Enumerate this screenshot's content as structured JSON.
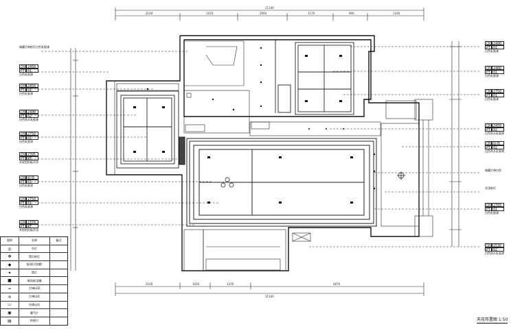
{
  "top_dims": {
    "overall": "11140",
    "segments": [
      "2140",
      "1470",
      "2000",
      "1170",
      "900",
      "1430"
    ]
  },
  "bottom_dims": {
    "overall": "11140",
    "segments": [
      "2100",
      "1020",
      "1470",
      "4870"
    ]
  },
  "left_tags": [
    {
      "ch": "",
      "pt": "",
      "name": "暗藏灯带射灯白色乳胶漆"
    },
    {
      "ch": "2450",
      "pt": "01",
      "name": "白色乳胶漆"
    },
    {
      "ch": "2450",
      "pt": "01",
      "name": "白色乳胶漆"
    },
    {
      "ch": "2400",
      "pt": "02",
      "name": "白色防水乳胶漆"
    },
    {
      "ch": "2750",
      "pt": "01",
      "name": "白色乳胶漆"
    },
    {
      "ch": "2395",
      "pt": "WT",
      "name": "木纹铝扣板吊顶"
    },
    {
      "ch": "原顶",
      "pt": "01",
      "name": "白色乳胶漆"
    },
    {
      "ch": "2750",
      "pt": "01",
      "name": "白色乳胶漆"
    },
    {
      "ch": "2370",
      "pt": "WT",
      "name": "木纹铝扣板吊顶"
    }
  ],
  "right_tags": [
    {
      "ch": "2400",
      "pt": "01",
      "name": "白色乳胶漆"
    },
    {
      "ch": "2400",
      "pt": "01",
      "name": "白色乳胶漆"
    },
    {
      "ch": "2750",
      "pt": "01",
      "name": "白色乳胶漆"
    },
    {
      "ch": "2450",
      "pt": "02",
      "name": "白色防水乳胶漆"
    },
    {
      "ch": "原顶",
      "pt": "02",
      "name": "白色防水乳胶漆"
    },
    {
      "ch": "",
      "pt": "",
      "name": "暗藏灯带白色"
    },
    {
      "ch": "",
      "pt": "",
      "name": "吊顶射灯"
    },
    {
      "ch": "2765",
      "pt": "01",
      "name": "白色乳胶漆"
    },
    {
      "ch": "2530",
      "pt": "02",
      "name": "白色防水乳胶漆"
    }
  ],
  "legend": {
    "header": [
      "图例",
      "名称",
      "备注"
    ],
    "rows": [
      {
        "symbol": "◎",
        "name": "吊灯"
      },
      {
        "symbol": "✥",
        "name": "筒灯射灯"
      },
      {
        "symbol": "◆",
        "name": "吸顶灯(防雾)"
      },
      {
        "symbol": "✦",
        "name": "筒灯"
      },
      {
        "symbol": "■",
        "name": "排风扇/浴霸"
      },
      {
        "symbol": "≈",
        "name": "灯带LED"
      },
      {
        "symbol": "≋",
        "name": "灯带LED"
      },
      {
        "symbol": "▭",
        "name": "空调出风"
      },
      {
        "symbol": "▣",
        "name": "暖气片"
      },
      {
        "symbol": "▤",
        "name": "检修口"
      }
    ]
  },
  "drawing_title": "天花布置图 1:50"
}
